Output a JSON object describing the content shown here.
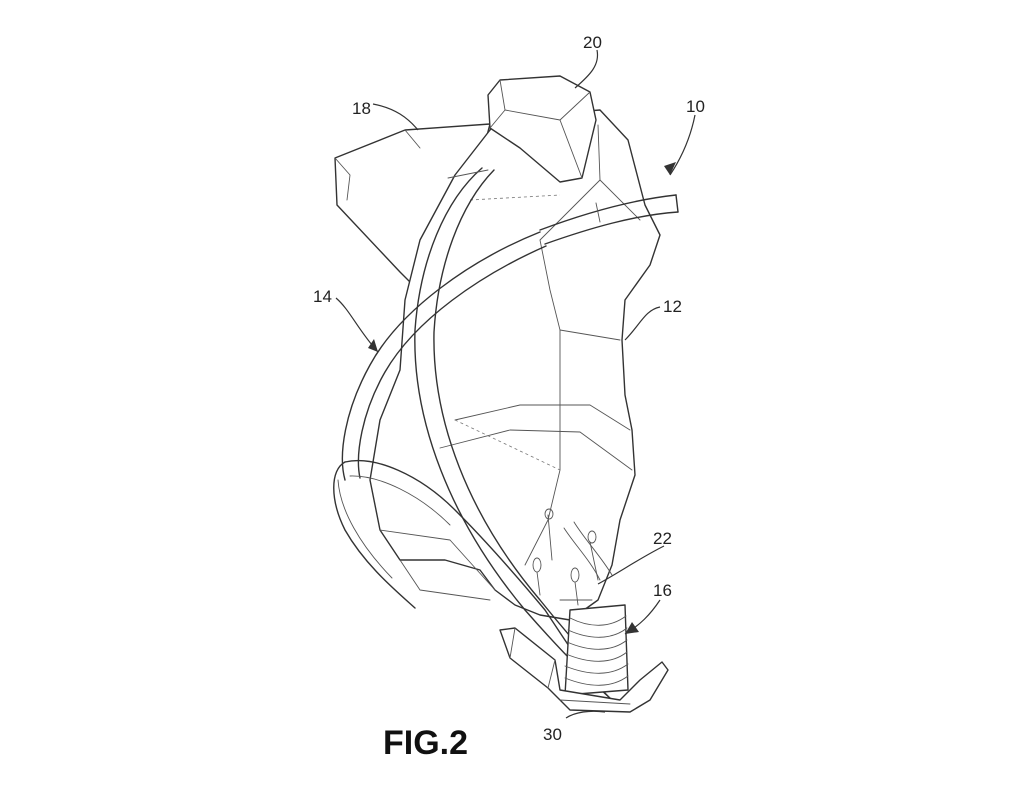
{
  "figure": {
    "caption": "FIG.2",
    "reference_numerals": {
      "r20": "20",
      "r18": "18",
      "r10": "10",
      "r14": "14",
      "r12": "12",
      "r22": "22",
      "r16": "16",
      "r30": "30"
    }
  }
}
